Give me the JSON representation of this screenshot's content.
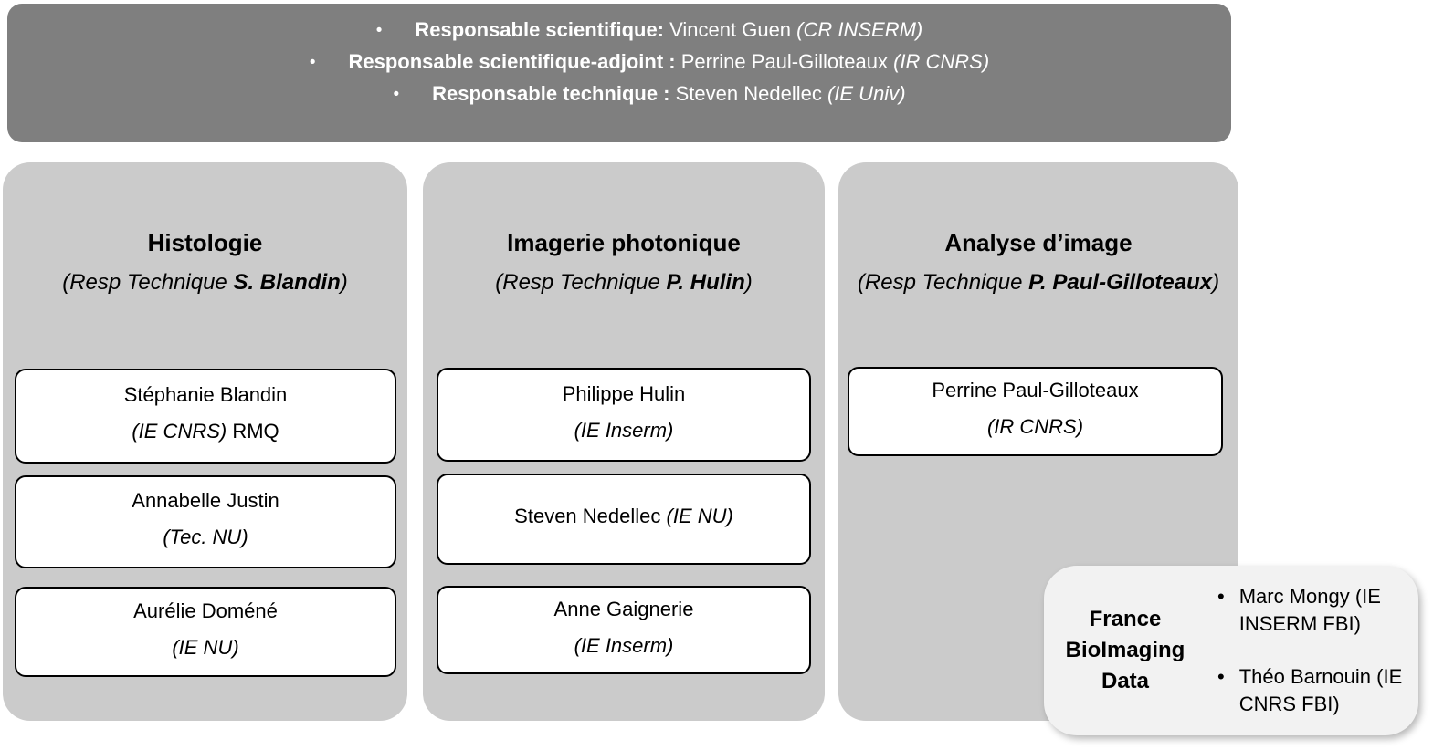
{
  "colors": {
    "header_bg": "#7f7f7f",
    "header_text": "#ffffff",
    "column_bg": "#cbcbcb",
    "card_bg": "#ffffff",
    "card_border": "#000000",
    "fbi_box_bg": "#f2f2f2",
    "text": "#000000"
  },
  "icons": {
    "bullet": "•"
  },
  "header": {
    "lines": [
      {
        "role": "Responsable scientifique:",
        "person": " Vincent Guen ",
        "affiliation": "(CR INSERM)"
      },
      {
        "role": "Responsable scientifique-adjoint :",
        "person": " Perrine Paul-Gilloteaux ",
        "affiliation": "(IR CNRS)"
      },
      {
        "role": "Responsable technique :",
        "person": " Steven Nedellec ",
        "affiliation": "(IE Univ)"
      }
    ]
  },
  "columns": [
    {
      "title": "Histologie",
      "subtitle_prefix": "(Resp Technique ",
      "subtitle_name": "S. Blandin",
      "subtitle_suffix": ")",
      "cards": [
        {
          "line1_regular": "Stéphanie Blandin",
          "line1_italic": "",
          "line2_italic": "(IE CNRS)",
          "line2_regular": " RMQ"
        },
        {
          "line1_regular": "Annabelle Justin",
          "line1_italic": "",
          "line2_italic": "(Tec. NU)",
          "line2_regular": ""
        },
        {
          "line1_regular": "Aurélie Doméné",
          "line1_italic": "",
          "line2_italic": "(IE NU)",
          "line2_regular": ""
        }
      ]
    },
    {
      "title": "Imagerie photonique",
      "subtitle_prefix": "(Resp Technique ",
      "subtitle_name": "P. Hulin",
      "subtitle_suffix": ")",
      "cards": [
        {
          "line1_regular": "Philippe Hulin",
          "line1_italic": "",
          "line2_italic": "(IE Inserm)",
          "line2_regular": ""
        },
        {
          "line1_regular": "Steven Nedellec ",
          "line1_italic": "(IE NU)",
          "line2_italic": "",
          "line2_regular": ""
        },
        {
          "line1_regular": "Anne Gaignerie",
          "line1_italic": "",
          "line2_italic": "(IE Inserm)",
          "line2_regular": ""
        }
      ]
    },
    {
      "title": "Analyse d’image",
      "subtitle_prefix": "(Resp Technique ",
      "subtitle_name": "P. Paul-Gilloteaux",
      "subtitle_suffix": ")",
      "cards": [
        {
          "line1_regular": "Perrine Paul-Gilloteaux",
          "line1_italic": "",
          "line2_italic": "(IR CNRS)",
          "line2_regular": ""
        }
      ]
    }
  ],
  "fbi": {
    "title_line1": "France",
    "title_line2": "BioImaging",
    "title_line3": "Data",
    "members": [
      {
        "text": "Marc Mongy (IE INSERM FBI)"
      },
      {
        "text": "Théo Barnouin (IE CNRS FBI)"
      }
    ]
  }
}
